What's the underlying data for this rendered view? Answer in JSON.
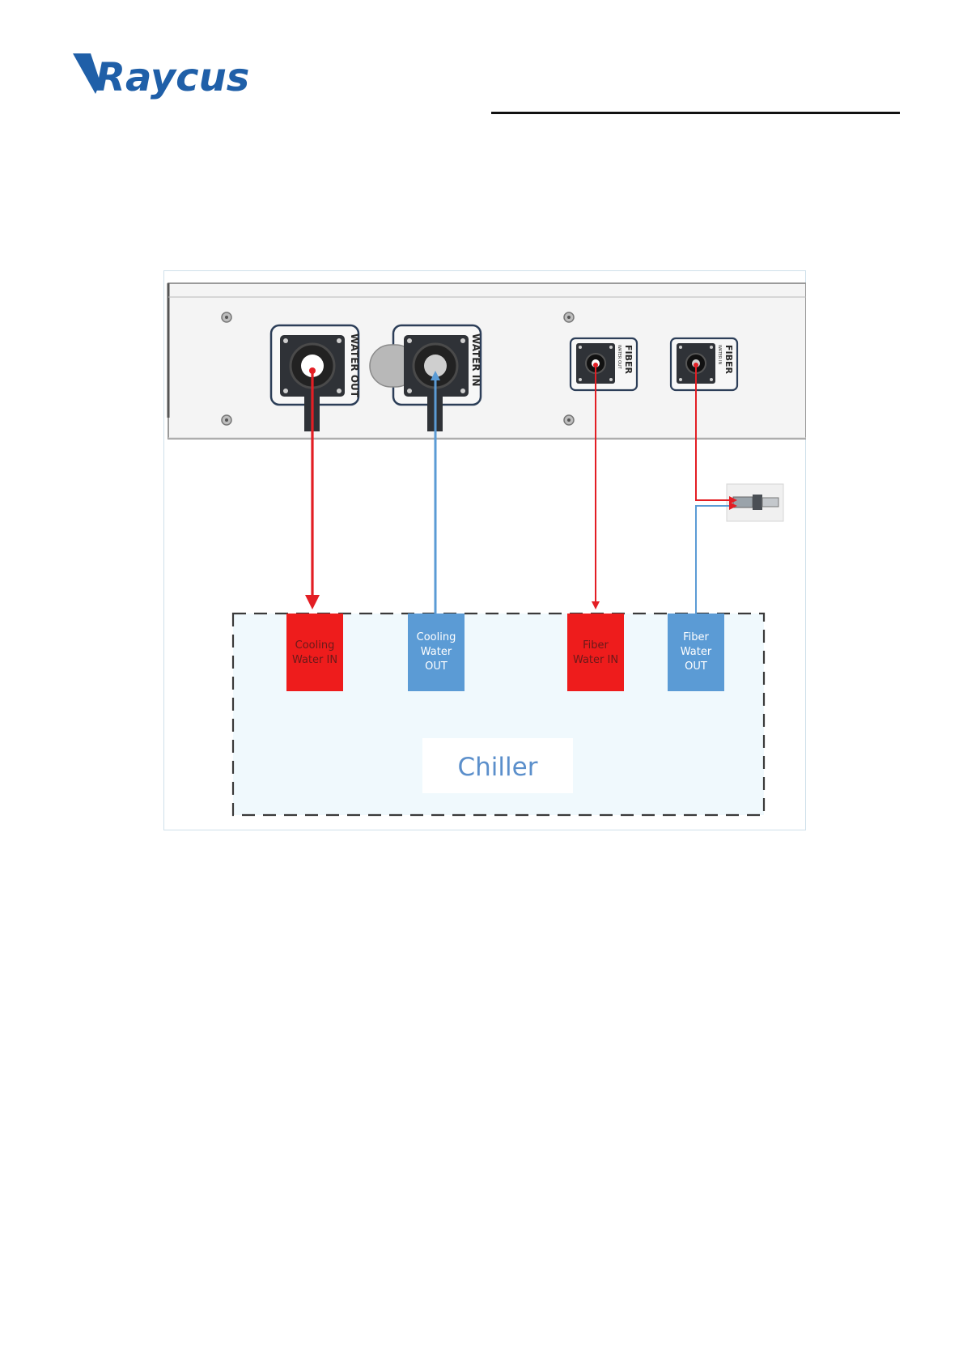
{
  "header": {
    "logo_text": "Raycus"
  },
  "diagram": {
    "panel_ports": {
      "water_out": "WATER OUT",
      "water_in": "WATER IN",
      "fiber_water_out": {
        "label": "FIBER",
        "sub": "WATER OUT"
      },
      "fiber_water_in": {
        "label": "FIBER",
        "sub": "WATER IN"
      }
    },
    "chiller": {
      "label": "Chiller",
      "ports": [
        {
          "lines": [
            "Cooling",
            "Water IN"
          ],
          "color": "#ee1c1c"
        },
        {
          "lines": [
            "Cooling",
            "Water",
            "OUT"
          ],
          "color": "#5b9bd5"
        },
        {
          "lines": [
            "Fiber",
            "Water IN"
          ],
          "color": "#ee1c1c"
        },
        {
          "lines": [
            "Fiber",
            "Water",
            "OUT"
          ],
          "color": "#5b9bd5"
        }
      ]
    },
    "colors": {
      "hot_line": "#e31e24",
      "cold_line": "#5b9bd5",
      "chiller_fill": "#f0f9fd",
      "logo_blue": "#1f5fa8"
    }
  }
}
